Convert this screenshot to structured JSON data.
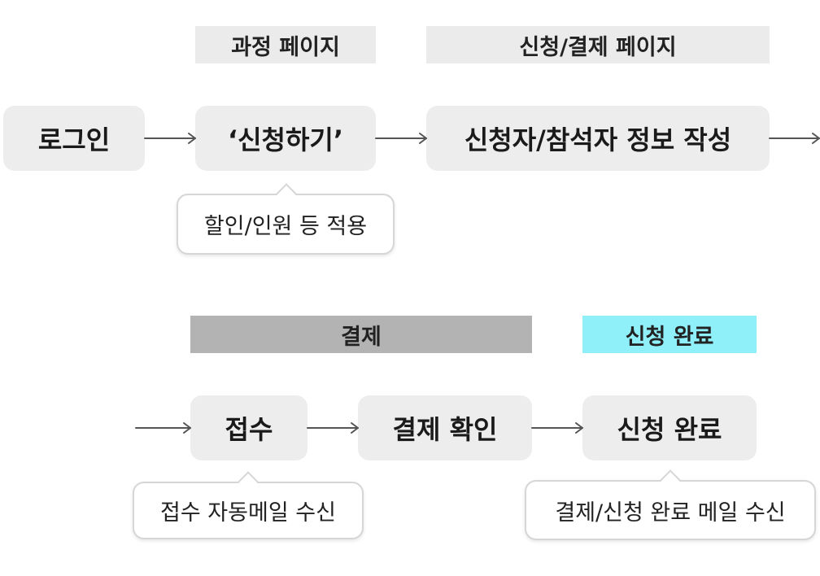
{
  "colors": {
    "page_bar_bg": "#ebebeb",
    "payment_bar_bg": "#b3b3b3",
    "complete_bar_bg": "#8ff0fa",
    "step_bg": "#ededed",
    "arrow": "#555555"
  },
  "row1": {
    "headers": {
      "course_page": "과정 페이지",
      "apply_payment_page": "신청/결제 페이지"
    },
    "steps": {
      "login": "로그인",
      "apply": "‘신청하기’",
      "applicant_info": "신청자/참석자 정보 작성"
    },
    "notes": {
      "discount": "할인/인원 등 적용"
    }
  },
  "row2": {
    "headers": {
      "payment": "결제",
      "complete": "신청 완료"
    },
    "steps": {
      "receipt": "접수",
      "payment_confirm": "결제 확인",
      "complete": "신청 완료"
    },
    "notes": {
      "receipt_mail": "접수 자동메일 수신",
      "complete_mail": "결제/신청 완료 메일 수신"
    }
  }
}
